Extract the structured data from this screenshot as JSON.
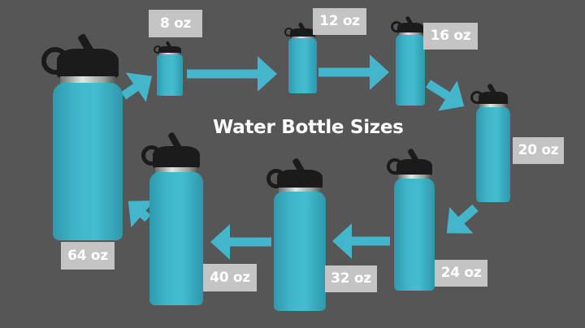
{
  "title": "Water Bottle Sizes",
  "colors": {
    "background": "#565656",
    "bottle": "#3fb4c8",
    "arrow": "#44b6cc",
    "label_bg": "#c4c4c4",
    "label_text": "#ffffff",
    "cap": "#1b1b1b"
  },
  "bottles": [
    {
      "size": "8 oz"
    },
    {
      "size": "12 oz"
    },
    {
      "size": "16 oz"
    },
    {
      "size": "20 oz"
    },
    {
      "size": "24 oz"
    },
    {
      "size": "32 oz"
    },
    {
      "size": "40 oz"
    },
    {
      "size": "64 oz"
    }
  ],
  "flow_order": [
    "8 oz",
    "12 oz",
    "16 oz",
    "20 oz",
    "24 oz",
    "32 oz",
    "40 oz",
    "64 oz"
  ]
}
